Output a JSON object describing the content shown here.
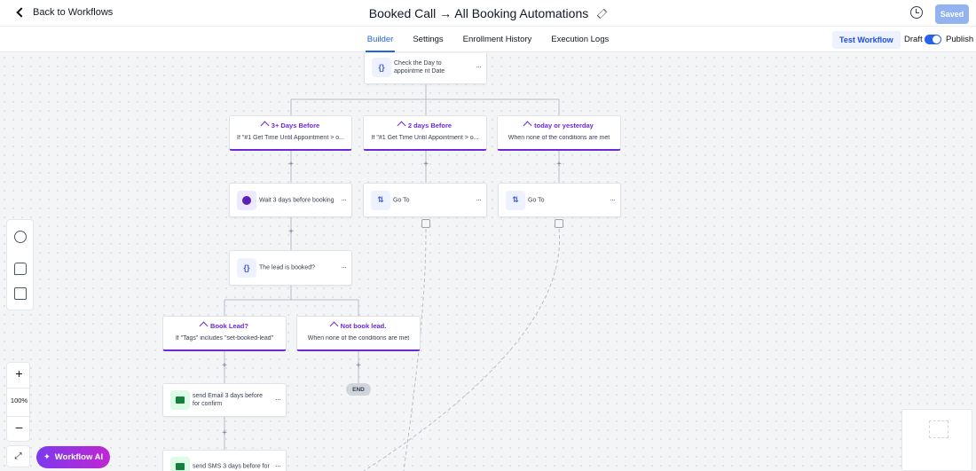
{
  "header": {
    "back_label": "Back to Workflows",
    "title": "Booked Call → All Booking Automations",
    "saved_label": "Saved"
  },
  "tabs": [
    {
      "label": "Builder",
      "active": true
    },
    {
      "label": "Settings",
      "active": false
    },
    {
      "label": "Enrollment History",
      "active": false
    },
    {
      "label": "Execution Logs",
      "active": false
    }
  ],
  "toolbar": {
    "test_label": "Test Workflow",
    "draft_label": "Draft",
    "publish_label": "Publish",
    "publish_on": true
  },
  "nodes": {
    "check_day": {
      "icon": "{}",
      "label": "Check the Day to appointme nt Date"
    },
    "branch_3days": {
      "title": "3+ Days Before",
      "subtitle": "If \"#1 Get Time Until Appointment > o..."
    },
    "branch_2days": {
      "title": "2 days Before",
      "subtitle": "If \"#1 Get Time Until Appointment > o..."
    },
    "branch_today": {
      "title": "today or yesterday",
      "subtitle": "When none of the conditions are met"
    },
    "wait": {
      "label": "Wait 3 days before booking"
    },
    "goto_1": {
      "label": "Go To"
    },
    "goto_2": {
      "label": "Go To"
    },
    "lead_booked": {
      "icon": "{}",
      "label": "The lead is booked?"
    },
    "branch_book": {
      "title": "Book Lead?",
      "subtitle": "If \"Tags\" includes \"set-booked-lead\""
    },
    "branch_notbook": {
      "title": "Not book lead.",
      "subtitle": "When none of the conditions are met"
    },
    "send_email": {
      "label": "send Email 3 days before for confirm"
    },
    "send_sms": {
      "label": "send SMS 3 days before for"
    },
    "end_label": "END"
  },
  "zoom": {
    "level": "100%",
    "plus": "+",
    "minus": "–"
  },
  "ai_button": "Workflow AI",
  "colors": {
    "accent": "#2563eb",
    "branch": "#6d28d9",
    "saved": "#93b3f0"
  }
}
